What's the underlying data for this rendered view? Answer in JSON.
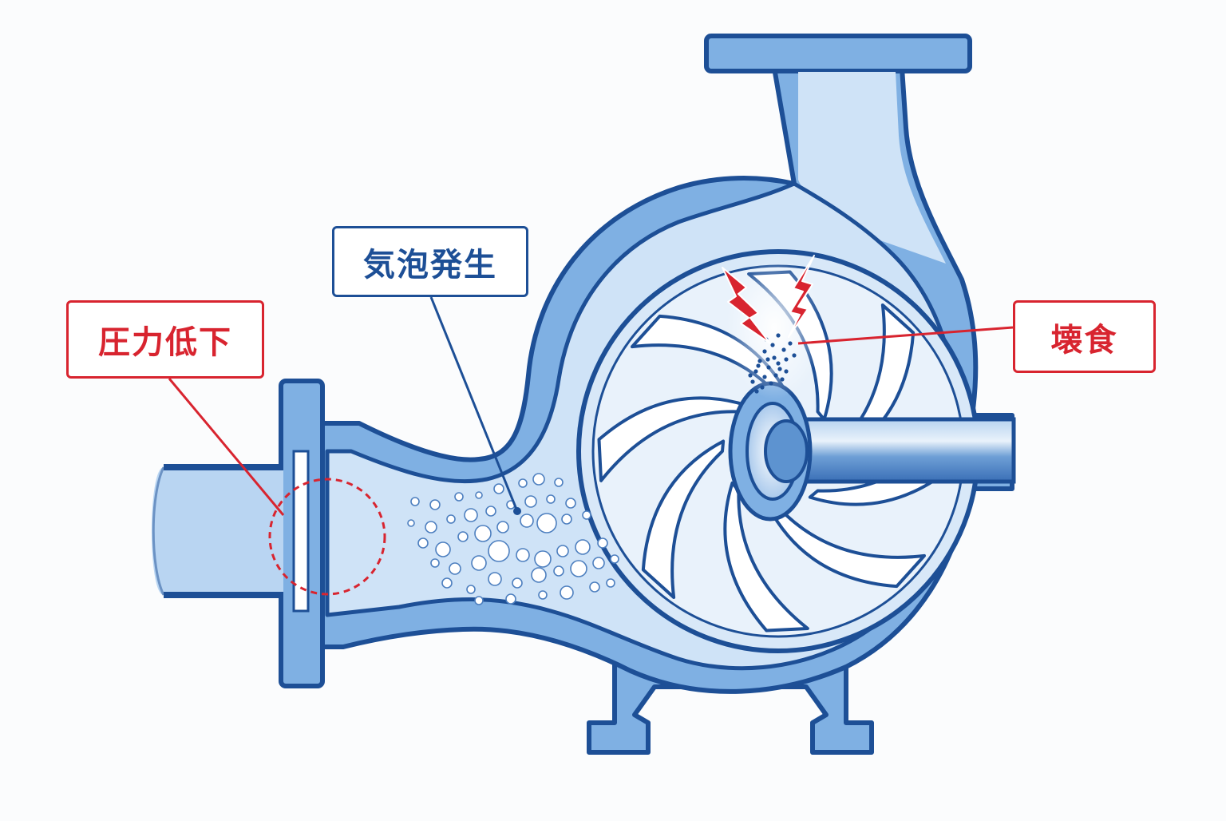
{
  "labels": {
    "pressure_drop": "圧力低下",
    "bubble_generation": "気泡発生",
    "erosion": "壊食"
  },
  "colors": {
    "outline": "#1d4f96",
    "body_fill": "#7fb0e3",
    "water_fill": "#cfe3f7",
    "light_fill": "#e6f1fb",
    "warning_red": "#d8242f",
    "bubble_fill": "#ffffff"
  },
  "icons": {
    "spark_1": "lightning-bolt-icon",
    "spark_2": "lightning-bolt-icon",
    "low_pressure_zone": "dashed-circle-icon"
  }
}
